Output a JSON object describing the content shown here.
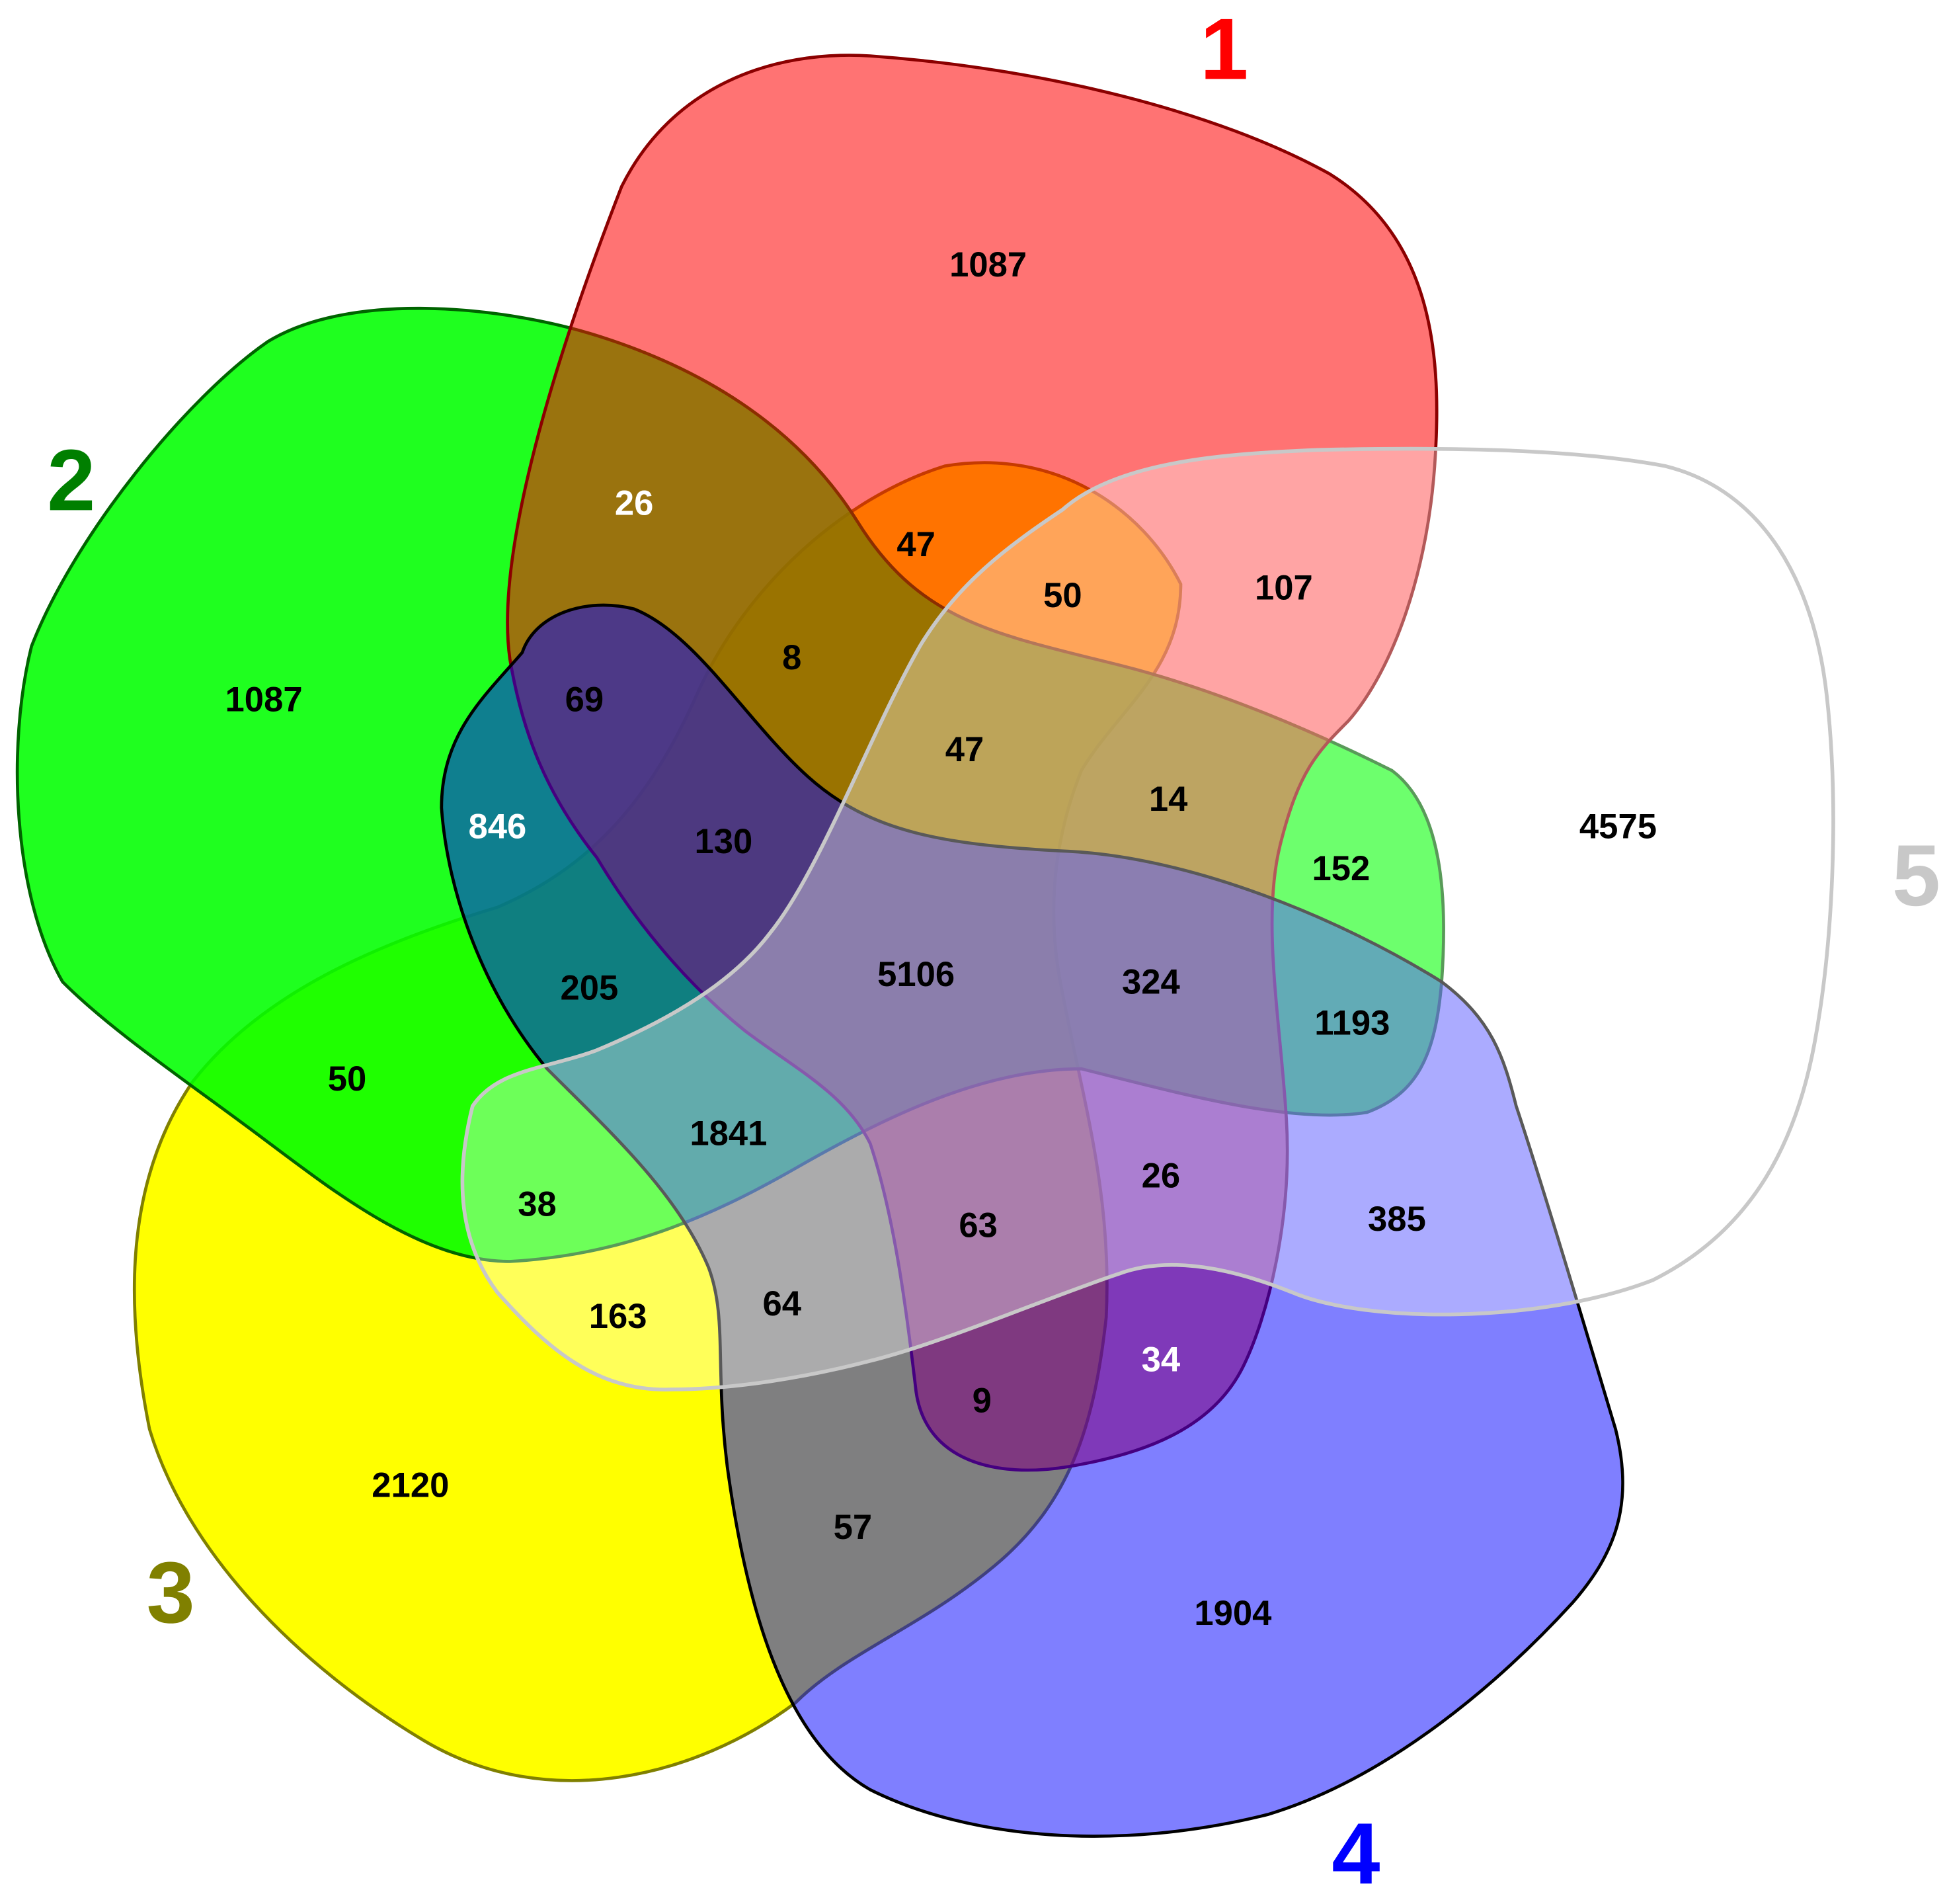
{
  "sets": [
    {
      "id": "1",
      "label": "1",
      "fill": "#ff0000",
      "stroke": "#8b0000",
      "label_color": "#ff0000"
    },
    {
      "id": "2",
      "label": "2",
      "fill": "#00ff00",
      "stroke": "#006400",
      "label_color": "#007f00"
    },
    {
      "id": "3",
      "label": "3",
      "fill": "#ffff00",
      "stroke": "#808000",
      "label_color": "#808000"
    },
    {
      "id": "4",
      "label": "4",
      "fill": "#0000ff",
      "stroke": "#000000",
      "label_color": "#0000ff"
    },
    {
      "id": "5",
      "label": "5",
      "fill": "#ffffff",
      "stroke": "#c8c8c8",
      "label_color": "#c8c8c8"
    }
  ],
  "regions": [
    {
      "sets": [
        "1"
      ],
      "count": "1087",
      "color": "#000000"
    },
    {
      "sets": [
        "2"
      ],
      "count": "1087",
      "color": "#000000"
    },
    {
      "sets": [
        "3"
      ],
      "count": "2120",
      "color": "#000000"
    },
    {
      "sets": [
        "4"
      ],
      "count": "1904",
      "color": "#000000"
    },
    {
      "sets": [
        "5"
      ],
      "count": "4575",
      "color": "#000000"
    },
    {
      "sets": [
        "1",
        "2"
      ],
      "count": "26",
      "color": "#ffffff"
    },
    {
      "sets": [
        "1",
        "3"
      ],
      "count": "47",
      "color": "#000000"
    },
    {
      "sets": [
        "1",
        "3",
        "5"
      ],
      "count": "50",
      "color": "#000000"
    },
    {
      "sets": [
        "1",
        "5"
      ],
      "count": "107",
      "color": "#000000"
    },
    {
      "sets": [
        "1",
        "2",
        "3"
      ],
      "count": "8",
      "color": "#000000"
    },
    {
      "sets": [
        "1",
        "2",
        "4"
      ],
      "count": "69",
      "color": "#000000"
    },
    {
      "sets": [
        "1",
        "2",
        "3",
        "5"
      ],
      "count": "47",
      "color": "#000000"
    },
    {
      "sets": [
        "1",
        "2",
        "5"
      ],
      "count": "14",
      "color": "#000000"
    },
    {
      "sets": [
        "2",
        "4"
      ],
      "count": "846",
      "color": "#ffffff"
    },
    {
      "sets": [
        "1",
        "2",
        "3",
        "4"
      ],
      "count": "130",
      "color": "#000000"
    },
    {
      "sets": [
        "2",
        "5"
      ],
      "count": "152",
      "color": "#000000"
    },
    {
      "sets": [
        "2",
        "3",
        "4"
      ],
      "count": "205",
      "color": "#000000"
    },
    {
      "sets": [
        "1",
        "2",
        "3",
        "4",
        "5"
      ],
      "count": "5106",
      "color": "#000000"
    },
    {
      "sets": [
        "1",
        "2",
        "4",
        "5"
      ],
      "count": "324",
      "color": "#000000"
    },
    {
      "sets": [
        "2",
        "4",
        "5"
      ],
      "count": "1193",
      "color": "#000000"
    },
    {
      "sets": [
        "2",
        "3"
      ],
      "count": "50",
      "color": "#000000"
    },
    {
      "sets": [
        "2",
        "3",
        "4",
        "5"
      ],
      "count": "1841",
      "color": "#000000"
    },
    {
      "sets": [
        "2",
        "3",
        "5"
      ],
      "count": "38",
      "color": "#000000"
    },
    {
      "sets": [
        "1",
        "3",
        "4",
        "5"
      ],
      "count": "63",
      "color": "#000000"
    },
    {
      "sets": [
        "1",
        "4",
        "5"
      ],
      "count": "26",
      "color": "#000000"
    },
    {
      "sets": [
        "4",
        "5"
      ],
      "count": "385",
      "color": "#000000"
    },
    {
      "sets": [
        "3",
        "5"
      ],
      "count": "163",
      "color": "#000000"
    },
    {
      "sets": [
        "3",
        "4",
        "5"
      ],
      "count": "64",
      "color": "#000000"
    },
    {
      "sets": [
        "1",
        "4"
      ],
      "count": "34",
      "color": "#ffffff"
    },
    {
      "sets": [
        "1",
        "3",
        "4"
      ],
      "count": "9",
      "color": "#000000"
    },
    {
      "sets": [
        "3",
        "4"
      ],
      "count": "57",
      "color": "#000000"
    }
  ]
}
